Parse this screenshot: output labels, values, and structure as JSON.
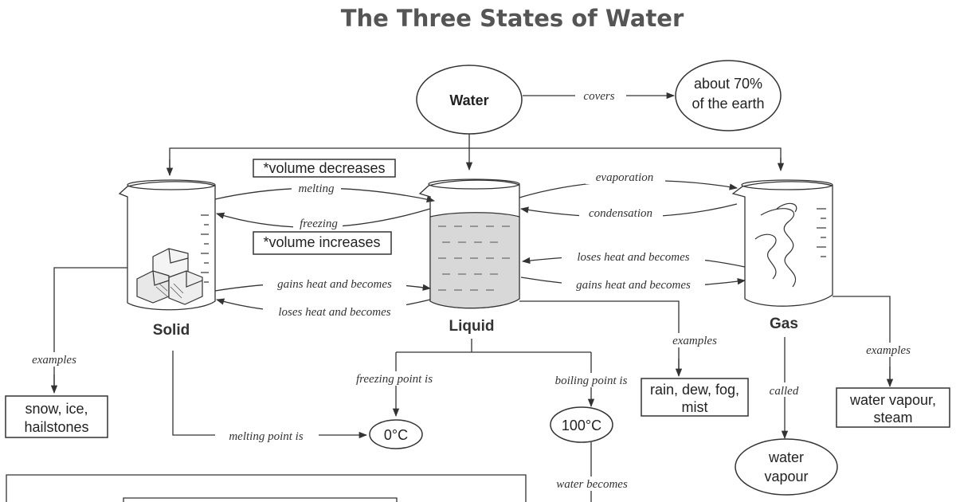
{
  "title": "The Three States of Water",
  "nodes": {
    "water": "Water",
    "earth_line1": "about 70%",
    "earth_line2": "of the earth",
    "volume_decreases": "*volume decreases",
    "volume_increases": "*volume increases",
    "solid": "Solid",
    "liquid": "Liquid",
    "gas": "Gas",
    "snow_line1": "snow, ice,",
    "snow_line2": "hailstones",
    "zero": "0°C",
    "hundred": "100°C",
    "rain_line1": "rain, dew, fog,",
    "rain_line2": "mist",
    "vapour_ex_line1": "water vapour,",
    "vapour_ex_line2": "steam",
    "water_vapour_line1": "water",
    "water_vapour_line2": "vapour"
  },
  "labels": {
    "covers": "covers",
    "melting": "melting",
    "freezing": "freezing",
    "evaporation": "evaporation",
    "condensation": "condensation",
    "gains_heat_1": "gains heat and becomes",
    "loses_heat_1": "loses heat and becomes",
    "loses_heat_2": "loses heat and becomes",
    "gains_heat_2": "gains heat and becomes",
    "examples_solid": "examples",
    "examples_liquid": "examples",
    "examples_gas": "examples",
    "melting_point": "melting point is",
    "freezing_point": "freezing point is",
    "boiling_point": "boiling point is",
    "called": "called",
    "water_becomes": "water becomes"
  }
}
